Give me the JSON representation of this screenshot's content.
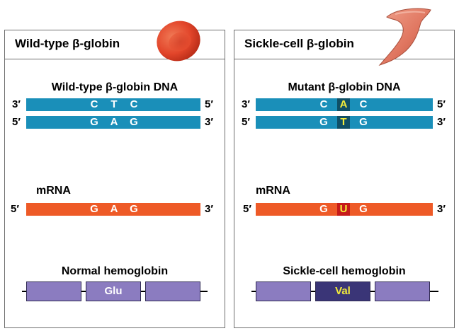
{
  "colors": {
    "dna_strand": "#1a8fb9",
    "mrna_strand": "#ee5a27",
    "protein_domain": "#8b7cc0",
    "mutant_domain": "#3a3577",
    "highlight_text": "#f4ec3a",
    "dna_highlight": "#0f4f66",
    "rna_highlight": "#c61a1a"
  },
  "wild": {
    "title": "Wild-type β-globin",
    "dna_label": "Wild-type β-globin DNA",
    "top": {
      "left": "3′",
      "right": "5′",
      "bases": [
        "C",
        "T",
        "C"
      ]
    },
    "bottom": {
      "left": "5′",
      "right": "3′",
      "bases": [
        "G",
        "A",
        "G"
      ]
    },
    "mrna_label": "mRNA",
    "mrna": {
      "left": "5′",
      "right": "3′",
      "bases": [
        "G",
        "A",
        "G"
      ]
    },
    "protein_label": "Normal hemoglobin",
    "amino_acid": "Glu"
  },
  "sickle": {
    "title": "Sickle-cell β-globin",
    "dna_label": "Mutant β-globin DNA",
    "top": {
      "left": "3′",
      "right": "5′",
      "bases": [
        "C",
        "A",
        "C"
      ]
    },
    "bottom": {
      "left": "5′",
      "right": "3′",
      "bases": [
        "G",
        "T",
        "G"
      ]
    },
    "mrna_label": "mRNA",
    "mrna": {
      "left": "5′",
      "right": "3′",
      "bases": [
        "G",
        "U",
        "G"
      ]
    },
    "protein_label": "Sickle-cell hemoglobin",
    "amino_acid": "Val"
  }
}
